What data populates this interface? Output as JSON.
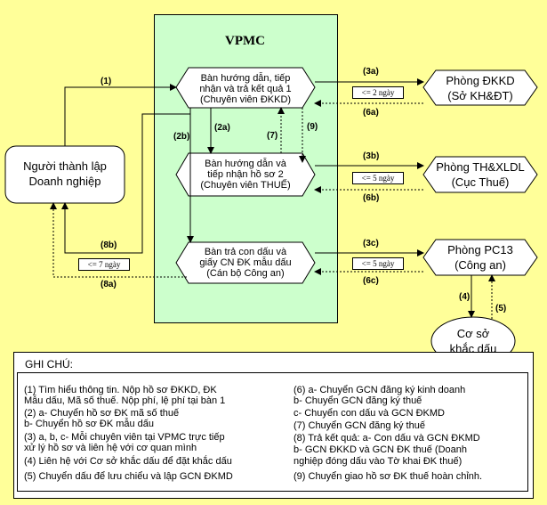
{
  "diagram": {
    "title": "VPMC",
    "nodes": {
      "nguoi_thanh_lap": [
        "Người thành lập",
        "Doanh nghiệp"
      ],
      "ban1": [
        "Bàn hướng dẫn, tiếp",
        "nhận và trả kết quả 1",
        "(Chuyên viên ĐKKD)"
      ],
      "ban2": [
        "Bàn hướng dẫn và",
        "tiếp nhận hồ sơ 2",
        "(Chuyên viên THUẾ)"
      ],
      "ban3": [
        "Bàn trả con dấu và",
        "giấy CN ĐK mẫu dấu",
        "(Cán bộ Công an)"
      ],
      "phong_dkkd": [
        "Phòng ĐKKD",
        "(Sở KH&ĐT)"
      ],
      "phong_th": [
        "Phòng TH&XLDL",
        "(Cục Thuế)"
      ],
      "phong_pc13": [
        "Phòng PC13",
        "(Công an)"
      ],
      "co_so": [
        "Cơ sở",
        "khắc dấu"
      ]
    },
    "edges": {
      "e1": "(1)",
      "e2a": "(2a)",
      "e2b": "(2b)",
      "e3a": "(3a)",
      "e3b": "(3b)",
      "e3c": "(3c)",
      "e4": "(4)",
      "e5": "(5)",
      "e6a": "(6a)",
      "e6b": "(6b)",
      "e6c": "(6c)",
      "e7": "(7)",
      "e8a": "(8a)",
      "e8b": "(8b)",
      "e9": "(9)"
    },
    "limits": {
      "dkkd": "<= 2 ngày",
      "thue": "<= 5 ngày",
      "pc13": "<= 5 ngày",
      "return": "<= 7 ngày"
    }
  },
  "notes": {
    "title": "GHI CHÚ:",
    "left": [
      "(1)  Tìm hiểu thông tin. Nộp hồ sơ ĐKKD, ĐK",
      "       Mẫu dấu, Mã số thuế. Nộp phí, lệ phí tại bàn 1",
      "(2)  a- Chuyển hồ sơ ĐK mã số thuế",
      "       b- Chuyển hồ sơ ĐK mẫu dấu",
      "(3)  a, b, c- Mỗi chuyên viên tại VPMC trực tiếp",
      "       xử lý hồ sơ và liên hệ với cơ quan mình",
      "(4)  Liên hệ với Cơ sở khắc dấu để đặt khắc dấu",
      "(5)  Chuyển dấu để lưu chiểu và lập GCN ĐKMD"
    ],
    "right": [
      "(6)  a- Chuyển GCN đăng ký kinh doanh",
      "       b- Chuyển GCN đăng ký thuế",
      "       c- Chuyển con dấu và GCN ĐKMD",
      "(7)  Chuyển GCN đăng ký thuế",
      "(8)  Trả kết quả: a- Con dấu và GCN ĐKMD",
      "       b- GCN ĐKKD và GCN ĐK thuế (Doanh",
      "       nghiệp đóng dấu vào Tờ khai ĐK thuế)",
      "(9)  Chuyển giao hồ sơ ĐK thuế hoàn chỉnh."
    ]
  }
}
